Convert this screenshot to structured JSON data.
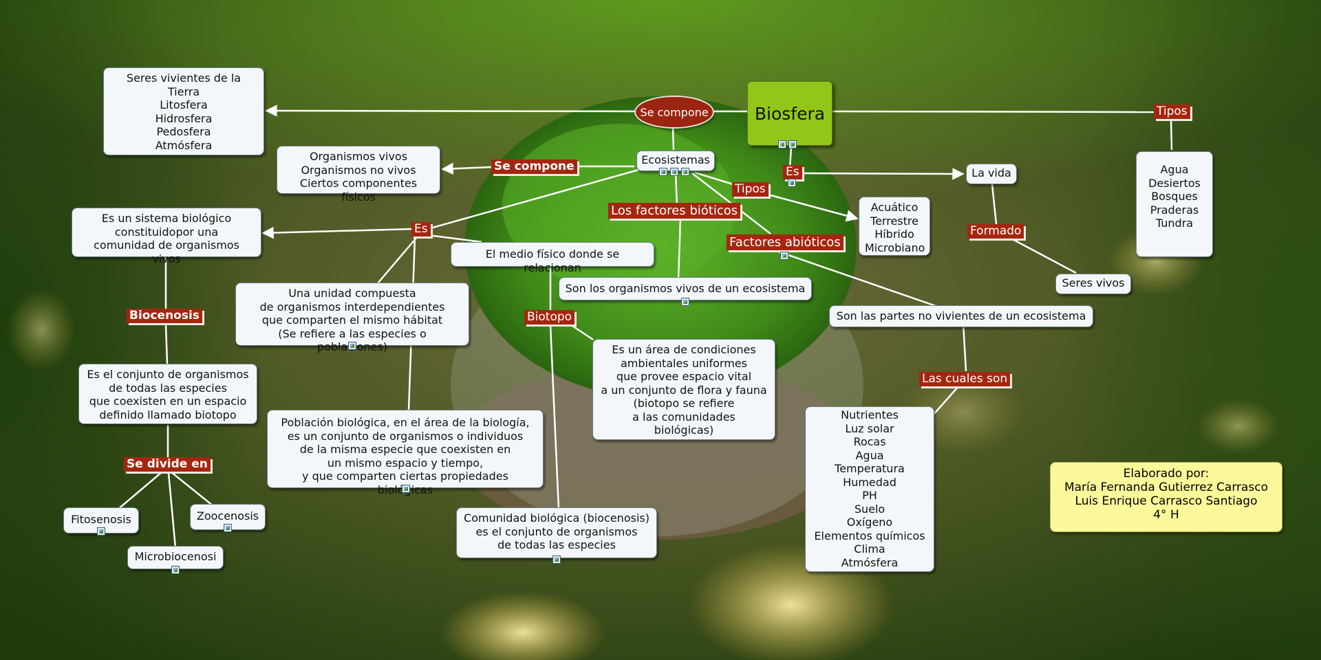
{
  "root": {
    "title": "Biosfera"
  },
  "connectors": {
    "se_compone": "Se compone",
    "se_compone_2": "Se compone",
    "tipos_biosfera": "Tipos",
    "es_biosfera": "Es",
    "formado": "Formado",
    "tipos_ecosistemas": "Tipos",
    "factores_bioticos": "Los factores bióticos",
    "factores_abioticos": "Factores abióticos",
    "es_ecosistema": "Es",
    "biocenosis": "Biocenosis",
    "biotopo": "Biotopo",
    "se_divide_en": "Se divide en",
    "las_cuales_son": "Las cuales son"
  },
  "nodes": {
    "componentes_tierra": "Seres vivientes de la Tierra\nLitosfera\nHidrosfera\nPedosfera\nAtmósfera",
    "ecosistemas": "Ecosistemas",
    "organismos": "Organismos vivos\nOrganismos no vivos\nCiertos componentes físicos",
    "la_vida": "La vida",
    "seres_vivos": "Seres vivos",
    "tipos_biosfera_list": "Agua\nDesiertos\nBosques\nPraderas\nTundra",
    "tipos_ecosistemas_list": "Acuático\nTerrestre\nHíbrido\nMicrobiano",
    "sistema_biologico": "Es un sistema biológico\nconstituidopor una\ncomunidad de organismos vivos",
    "medio_fisico": "El medio físico donde se relacionan",
    "unidad_compuesta": "Una unidad compuesta\nde organismos interdependientes\nque comparten el mismo hábitat\n(Se refiere a las especies o poblaciones)",
    "organismos_vivos_eco": "Son los organismos vivos de un ecosistema",
    "partes_no_vivientes": "Son las partes no vivientes de un ecosistema",
    "conjunto_biotopo": "Es el conjunto de organismos\nde todas las especies\nque coexisten en un espacio\ndefinido llamado biotopo",
    "area_condiciones": "Es un área de condiciones\nambientales uniformes\nque provee espacio vital\na un conjunto de flora y fauna\n(biotopo se refiere\na las comunidades\nbiológicas)",
    "poblacion_biologica": "Población biológica, en el área de la biología,\nes un conjunto de organismos o individuos\nde la misma especie que coexisten en\nun mismo espacio y tiempo,\ny que comparten ciertas propiedades biológicas",
    "comunidad_biologica": "Comunidad biológica (biocenosis)\nes el conjunto de organismos\nde todas las especies",
    "abioticos_list": "Nutrientes\nLuz solar\nRocas\nAgua\nTemperatura\nHumedad\nPH\nSuelo\nOxígeno\nElementos químicos\nClima\nAtmósfera",
    "fitosenosis": "Fitosenosis",
    "zoocenosis": "Zoocenosis",
    "microbiocenosi": "Microbiocenosi"
  },
  "credits": {
    "heading": "Elaborado por:",
    "author_1": "María Fernanda Gutierrez Carrasco",
    "author_2": "Luis Enrique Carrasco Santiago",
    "group": "4° H"
  },
  "colors": {
    "connector": "#a5260f",
    "root": "#92c71a",
    "credit_box": "#fcf99a",
    "node": "#f3f7fa"
  }
}
